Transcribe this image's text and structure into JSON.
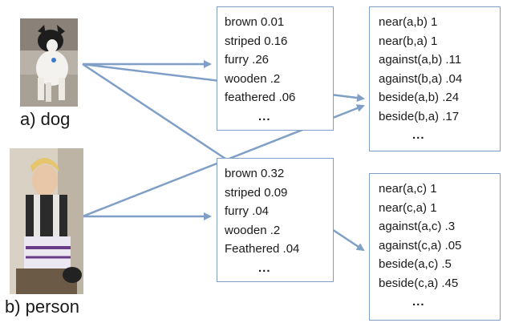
{
  "subjects": [
    {
      "label": "a) dog",
      "icon": "dog-photo"
    },
    {
      "label": "b) person",
      "icon": "person-photo"
    }
  ],
  "attribute_boxes": [
    {
      "items": [
        "brown 0.01",
        "striped 0.16",
        "furry .26",
        "wooden .2",
        "feathered .06"
      ],
      "ellipsis": "..."
    },
    {
      "items": [
        "brown 0.32",
        "striped 0.09",
        "furry .04",
        "wooden .2",
        "Feathered .04"
      ],
      "ellipsis": "..."
    }
  ],
  "relation_boxes": [
    {
      "items": [
        "near(a,b) 1",
        "near(b,a) 1",
        "against(a,b) .11",
        "against(b,a) .04",
        "beside(a,b) .24",
        "beside(b,a) .17"
      ],
      "ellipsis": "..."
    },
    {
      "items": [
        "near(a,c)  1",
        "near(c,a)  1",
        "against(a,c) .3",
        "against(c,a) .05",
        "beside(a,c) .5",
        "beside(c,a) .45"
      ],
      "ellipsis": "..."
    }
  ],
  "colors": {
    "arrow": "#7f9fc7",
    "box_border": "#7f9fc7"
  }
}
